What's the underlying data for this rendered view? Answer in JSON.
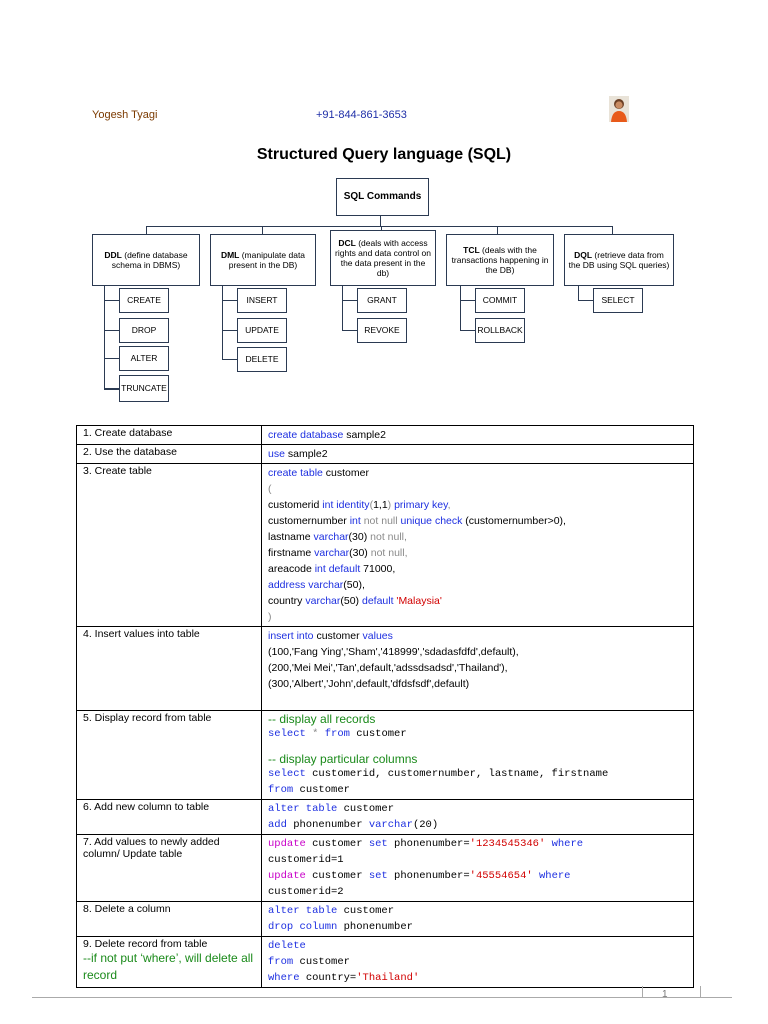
{
  "header": {
    "author": "Yogesh Tyagi",
    "phone": "+91-844-861-3653"
  },
  "title": "Structured Query language (SQL)",
  "diagram": {
    "root": "SQL Commands",
    "categories": [
      {
        "abbr": "DDL",
        "desc": " (define database schema in DBMS)",
        "items": [
          "CREATE",
          "DROP",
          "ALTER",
          "TRUNCATE"
        ]
      },
      {
        "abbr": "DML",
        "desc": " (manipulate data present in the DB)",
        "items": [
          "INSERT",
          "UPDATE",
          "DELETE"
        ]
      },
      {
        "abbr": "DCL",
        "desc": " (deals with access rights and data control on the data present in the db)",
        "items": [
          "GRANT",
          "REVOKE"
        ]
      },
      {
        "abbr": "TCL",
        "desc": " (deals with the transactions happening in the DB)",
        "items": [
          "COMMIT",
          "ROLLBACK"
        ]
      },
      {
        "abbr": "DQL",
        "desc": " (retrieve data from the DB using SQL queries)",
        "items": [
          "SELECT"
        ]
      }
    ]
  },
  "table": {
    "labels": [
      "1.    Create database",
      "2.    Use the database",
      "3.    Create table",
      "4.    Insert values into table",
      "5.    Display record from table",
      "6.    Add new column to table",
      "7.    Add values to newly added column/ Update table",
      "8.    Delete a column",
      "9.    Delete record from table"
    ],
    "note9": "--if not put ‘where’, will delete all record",
    "r1": {
      "kw": "create database",
      "rest": " sample2"
    },
    "r2": {
      "kw": "use",
      "rest": " sample2"
    },
    "r3": {
      "l1_kw": "create table",
      "l1_rest": " customer",
      "l2": "(",
      "l3a": "customerid ",
      "l3b": "int identity",
      "l3c": "(",
      "l3d": "1,1",
      "l3e": ")",
      "l3f": " primary key",
      "l3g": ",",
      "l4a": "customernumber ",
      "l4b": "int",
      "l4c": " not null",
      "l4d": " unique check",
      "l4e": " (customernumber>0),",
      "l5a": "lastname ",
      "l5b": "varchar",
      "l5c": "(30)",
      "l5d": " not null,",
      "l6a": "firstname ",
      "l6b": "varchar",
      "l6c": "(30)",
      "l6d": " not null,",
      "l7a": "areacode ",
      "l7b": "int default",
      "l7c": " 71000,",
      "l8a": "address varchar",
      "l8b": "(50),",
      "l9a": "country ",
      "l9b": "varchar",
      "l9c": "(50)",
      "l9d": " default",
      "l9e": " 'Malaysia'",
      "l10": ")"
    },
    "r4": {
      "l1_kw": "insert into",
      "l1_mid": " customer ",
      "l1_kw2": "values",
      "l2": "(100,'Fang Ying','Sham','418999','sdadasfdfd',default),",
      "l3": "(200,'Mei Mei','Tan',default,'adssdsadsd','Thailand'),",
      "l4": "(300,'Albert','John',default,'dfdsfsdf',default)"
    },
    "r5": {
      "c1": "-- display all records",
      "q1_kw": "select",
      "q1_mid": " * ",
      "q1_kw2": "from",
      "q1_rest": " customer",
      "c2": "-- display particular columns",
      "q2_kw": "select",
      "q2_rest": " customerid, customernumber, lastname, firstname",
      "q3_kw": "from",
      "q3_rest": " customer"
    },
    "r6": {
      "l1_kw": "alter table",
      "l1_rest": " customer",
      "l2_kw": "add",
      "l2_mid": " phonenumber ",
      "l2_kw2": "varchar",
      "l2_rest": "(20)"
    },
    "r7": {
      "u1_kw": "update",
      "u1_mid": " customer ",
      "u1_kw2": "set",
      "u1_rest": " phonenumber=",
      "u1_str": "'1234545346'",
      "u1_kw3": " where",
      "u1_l2": "customerid=1",
      "u2_kw": "update",
      "u2_mid": " customer ",
      "u2_kw2": "set",
      "u2_rest": " phonenumber=",
      "u2_str": "'45554654'",
      "u2_kw3": " where",
      "u2_l2": "customerid=2"
    },
    "r8": {
      "l1_kw": "alter table",
      "l1_rest": " customer",
      "l2_kw": "drop column",
      "l2_rest": " phonenumber"
    },
    "r9": {
      "l1": "delete",
      "l2_kw": "from",
      "l2_rest": " customer",
      "l3_kw": "where",
      "l3_rest": " country=",
      "l3_str": "'Thailand'"
    }
  },
  "footer": {
    "page": "1"
  },
  "colors": {
    "keyword": "#1d2fe0",
    "string": "#d10000",
    "comment": "#1a8a1a",
    "muted": "#8a8a8a",
    "author": "#7b3a00"
  },
  "icons": {
    "photo": "author-photo"
  }
}
